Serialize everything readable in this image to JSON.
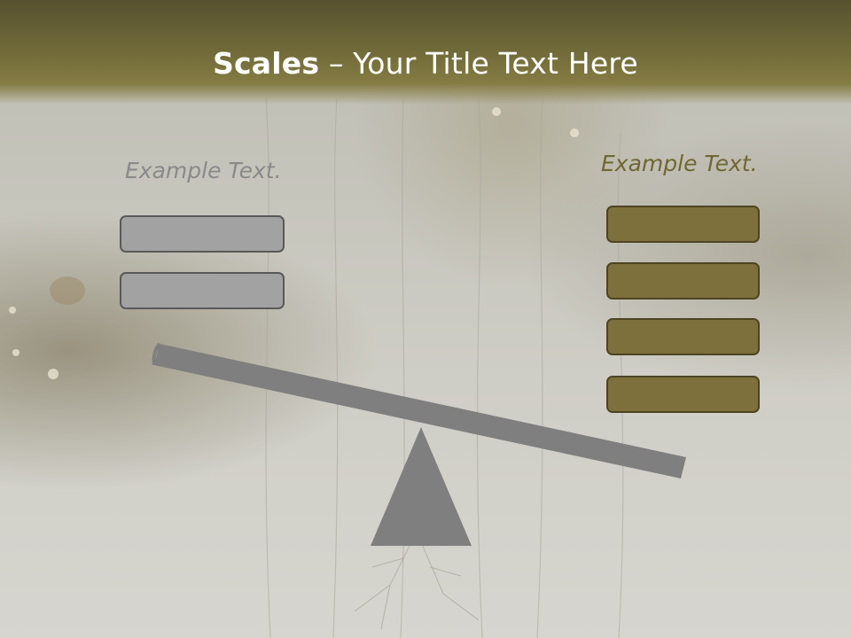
{
  "slide": {
    "title_bold": "Scales",
    "title_rest": " – Your Title Text Here",
    "left_label": "Example Text.",
    "right_label": "Example Text.",
    "left_box_count": 2,
    "right_box_count": 4
  },
  "colors": {
    "header": "#6e6838",
    "left_box_fill": "#a2a2a2",
    "left_box_border": "#595959",
    "right_box_fill": "#7d703c",
    "right_box_border": "#4d4422",
    "beam": "#7f7f7f",
    "fulcrum": "#7f7f7f"
  }
}
